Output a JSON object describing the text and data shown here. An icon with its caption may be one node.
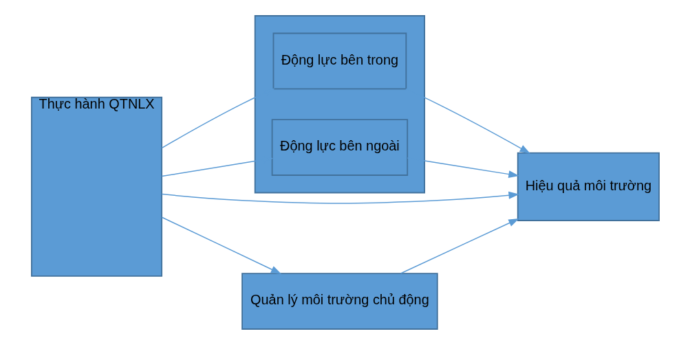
{
  "diagram": {
    "nodes": [
      {
        "text": [
          "Thực hành QTNLX"
        ]
      },
      {
        "text": [],
        "shape": "box"
      },
      {
        "text": [
          "Động lực bên trong"
        ],
        "in": 1
      },
      {
        "text": [
          "Động lực bên ngoài"
        ],
        "in": 1
      },
      {
        "text": [
          "Hiệu quả môi trường"
        ]
      },
      {
        "text": [
          "Quản lý môi trường chủ động"
        ]
      }
    ],
    "edges": [
      {
        "from": 0,
        "to": 2,
        "arrow": "to"
      },
      {
        "from": 0,
        "to": 3,
        "arrow": "to"
      },
      {
        "from": 0,
        "to": 4,
        "arrow": "to"
      },
      {
        "from": 0,
        "to": 5,
        "arrow": "to"
      },
      {
        "from": 2,
        "to": 4,
        "arrow": "to"
      },
      {
        "from": 3,
        "to": 4,
        "arrow": "to"
      },
      {
        "from": 5,
        "to": 4,
        "arrow": "to"
      }
    ]
  }
}
